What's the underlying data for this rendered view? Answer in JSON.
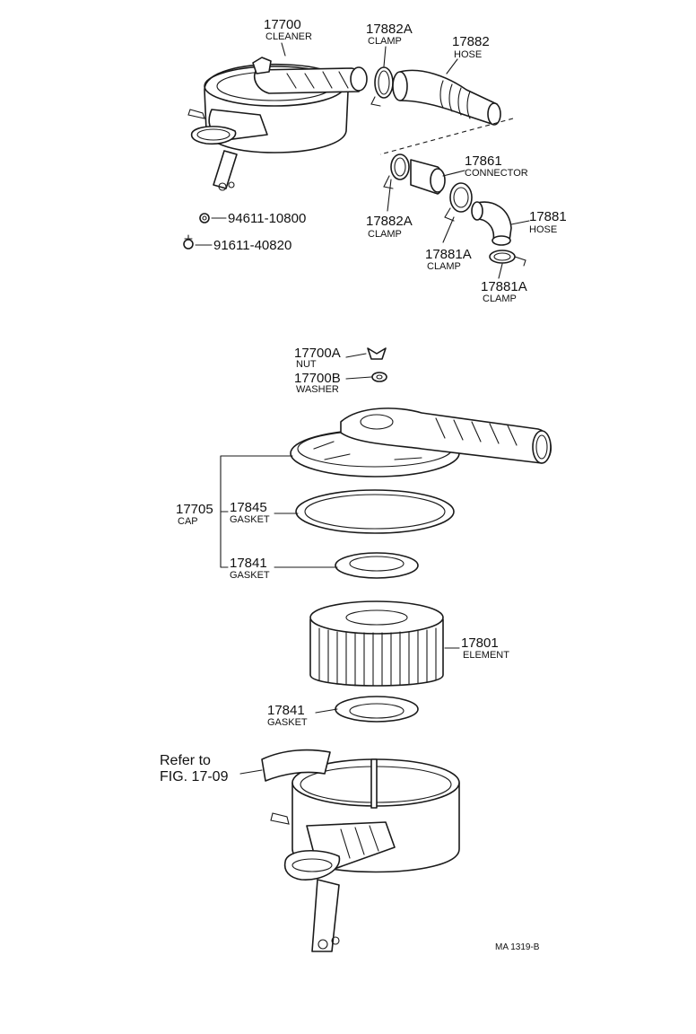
{
  "parts": {
    "p17700": {
      "number": "17700",
      "name": "CLEANER"
    },
    "p17882A_top": {
      "number": "17882A",
      "name": "CLAMP"
    },
    "p17882": {
      "number": "17882",
      "name": "HOSE"
    },
    "p17861": {
      "number": "17861",
      "name": "CONNECTOR"
    },
    "p17882A_low": {
      "number": "17882A",
      "name": "CLAMP"
    },
    "p17881": {
      "number": "17881",
      "name": "HOSE"
    },
    "p17881A_a": {
      "number": "17881A",
      "name": "CLAMP"
    },
    "p17881A_b": {
      "number": "17881A",
      "name": "CLAMP"
    },
    "p94611": {
      "number": "94611-10800"
    },
    "p91611": {
      "number": "91611-40820"
    },
    "p17700A": {
      "number": "17700A",
      "name": "NUT"
    },
    "p17700B": {
      "number": "17700B",
      "name": "WASHER"
    },
    "p17705": {
      "number": "17705",
      "name": "CAP"
    },
    "p17845": {
      "number": "17845",
      "name": "GASKET"
    },
    "p17841_top": {
      "number": "17841",
      "name": "GASKET"
    },
    "p17801": {
      "number": "17801",
      "name": "ELEMENT"
    },
    "p17841_bot": {
      "number": "17841",
      "name": "GASKET"
    }
  },
  "reference": {
    "line1": "Refer to",
    "line2": "FIG. 17-09"
  },
  "figure_code": "MA  1319-B"
}
